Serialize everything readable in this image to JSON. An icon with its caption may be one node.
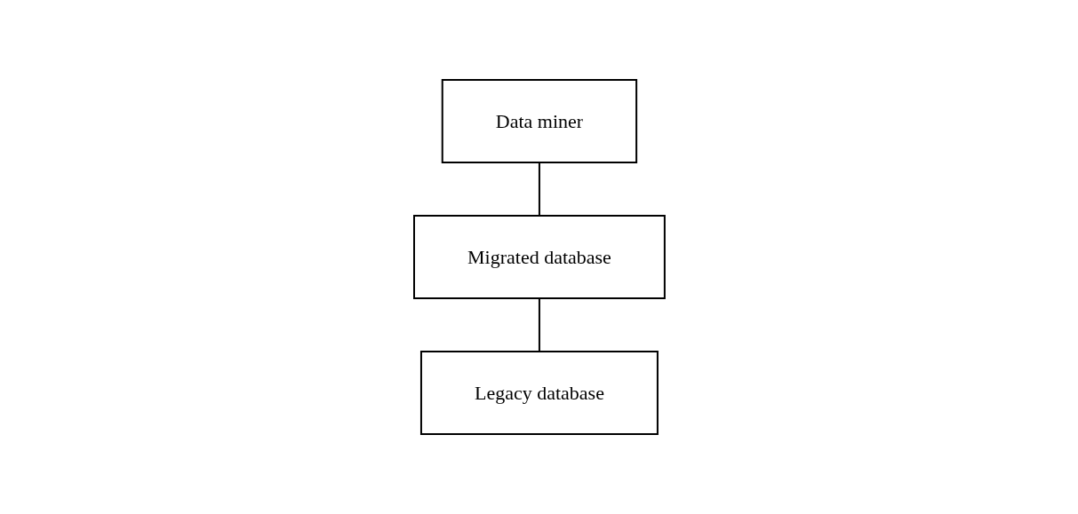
{
  "diagram": {
    "nodes": [
      {
        "text": [
          "Data miner"
        ]
      },
      {
        "text": [
          "Migrated database"
        ]
      },
      {
        "text": [
          "Legacy database"
        ]
      }
    ],
    "edges": [
      {
        "from": 0,
        "to": 1,
        "arrow": "none"
      },
      {
        "from": 1,
        "to": 2,
        "arrow": "none"
      }
    ]
  }
}
